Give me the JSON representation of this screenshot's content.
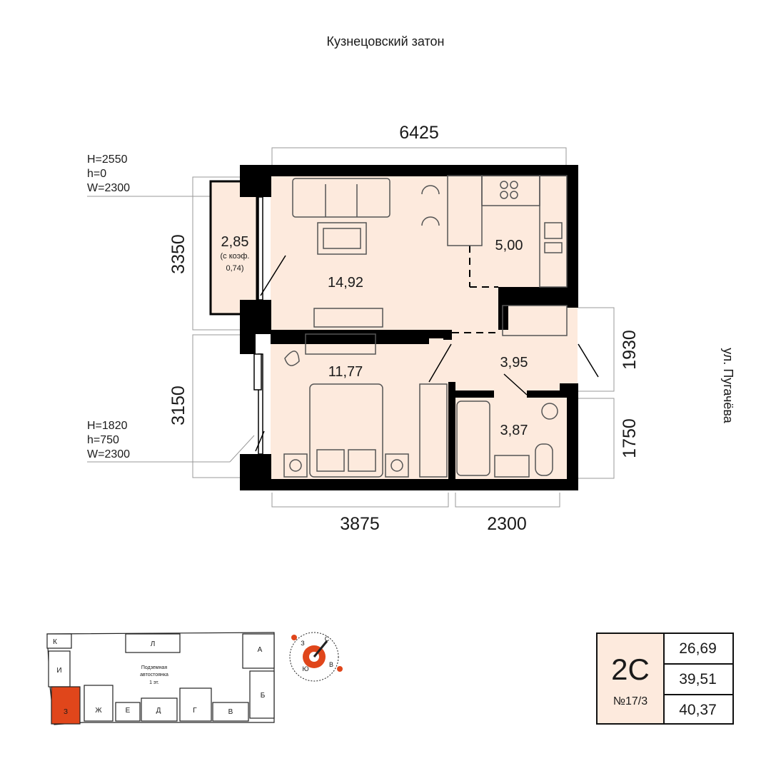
{
  "header": {
    "top_label": "Кузнецовский затон"
  },
  "street": {
    "label": "ул. Пугачёва"
  },
  "rooms": {
    "living": "14,92",
    "kitchen": "5,00",
    "bedroom": "11,77",
    "hall": "3,95",
    "bath": "3,87",
    "balcony": "2,85",
    "balcony_coef_1": "(с коэф.",
    "balcony_coef_2": "0,74)"
  },
  "dimensions": {
    "top": "6425",
    "bottom_left": "3875",
    "bottom_right": "2300",
    "left_upper": "3350",
    "left_lower": "3150",
    "right_upper": "1930",
    "right_lower": "1750"
  },
  "window_specs": {
    "upper": {
      "h_total": "H=2550",
      "h_sill": "h=0",
      "width": "W=2300"
    },
    "lower": {
      "h_total": "H=1820",
      "h_sill": "h=750",
      "width": "W=2300"
    }
  },
  "site_plan": {
    "sections": [
      "К",
      "Л",
      "А",
      "И",
      "Б",
      "З",
      "Ж",
      "Е",
      "Д",
      "Г",
      "В"
    ],
    "parking_1": "Подземная",
    "parking_2": "автостоянка",
    "parking_3": "1 эт.",
    "highlight_color": "#e0461b"
  },
  "compass": {
    "n": "С",
    "e": "В",
    "s": "Ю",
    "w": "З",
    "accent": "#e0461b"
  },
  "apartment": {
    "type": "2С",
    "number": "№17/3",
    "areas": [
      "26,69",
      "39,51",
      "40,37"
    ]
  },
  "colors": {
    "floor": "#fdeadd",
    "wall": "#000000",
    "accent": "#e0461b"
  }
}
